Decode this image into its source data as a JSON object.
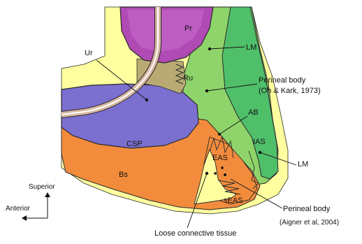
{
  "colors": {
    "background": "#ffffff",
    "loose_tissue": "#ffffa0",
    "prostate": "#b04ab4",
    "prostate_light": "#c96bcc",
    "longitudinal_muscle": "#8fd46a",
    "ias": "#4fbf6a",
    "csp": "#7b6fd0",
    "bulbospongiosus": "#f28c3c",
    "urethra_wall": "#d8b7a2",
    "rectourethralis_gap": "#b9aa74",
    "outline": "#2a2a2a"
  },
  "labels": {
    "pr": "Pr",
    "lm_top": "LM",
    "ur": "Ur",
    "ru": "Ru",
    "perineal_body_1_line1": "Perineal body",
    "perineal_body_1_line2": "(Oh & Kark, 1973)",
    "ab": "AB",
    "ias": "IAS",
    "csp": "CSP",
    "eas": "EAS",
    "lm_bottom": "LM",
    "bs": "Bs",
    "seas": "sEAS",
    "perineal_body_2_line1": "Perineal body",
    "perineal_body_2_line2": "(Aigner et al, 2004)",
    "loose_connective": "Loose connective tissue",
    "superior": "Superior",
    "anterior": "Anterior"
  }
}
